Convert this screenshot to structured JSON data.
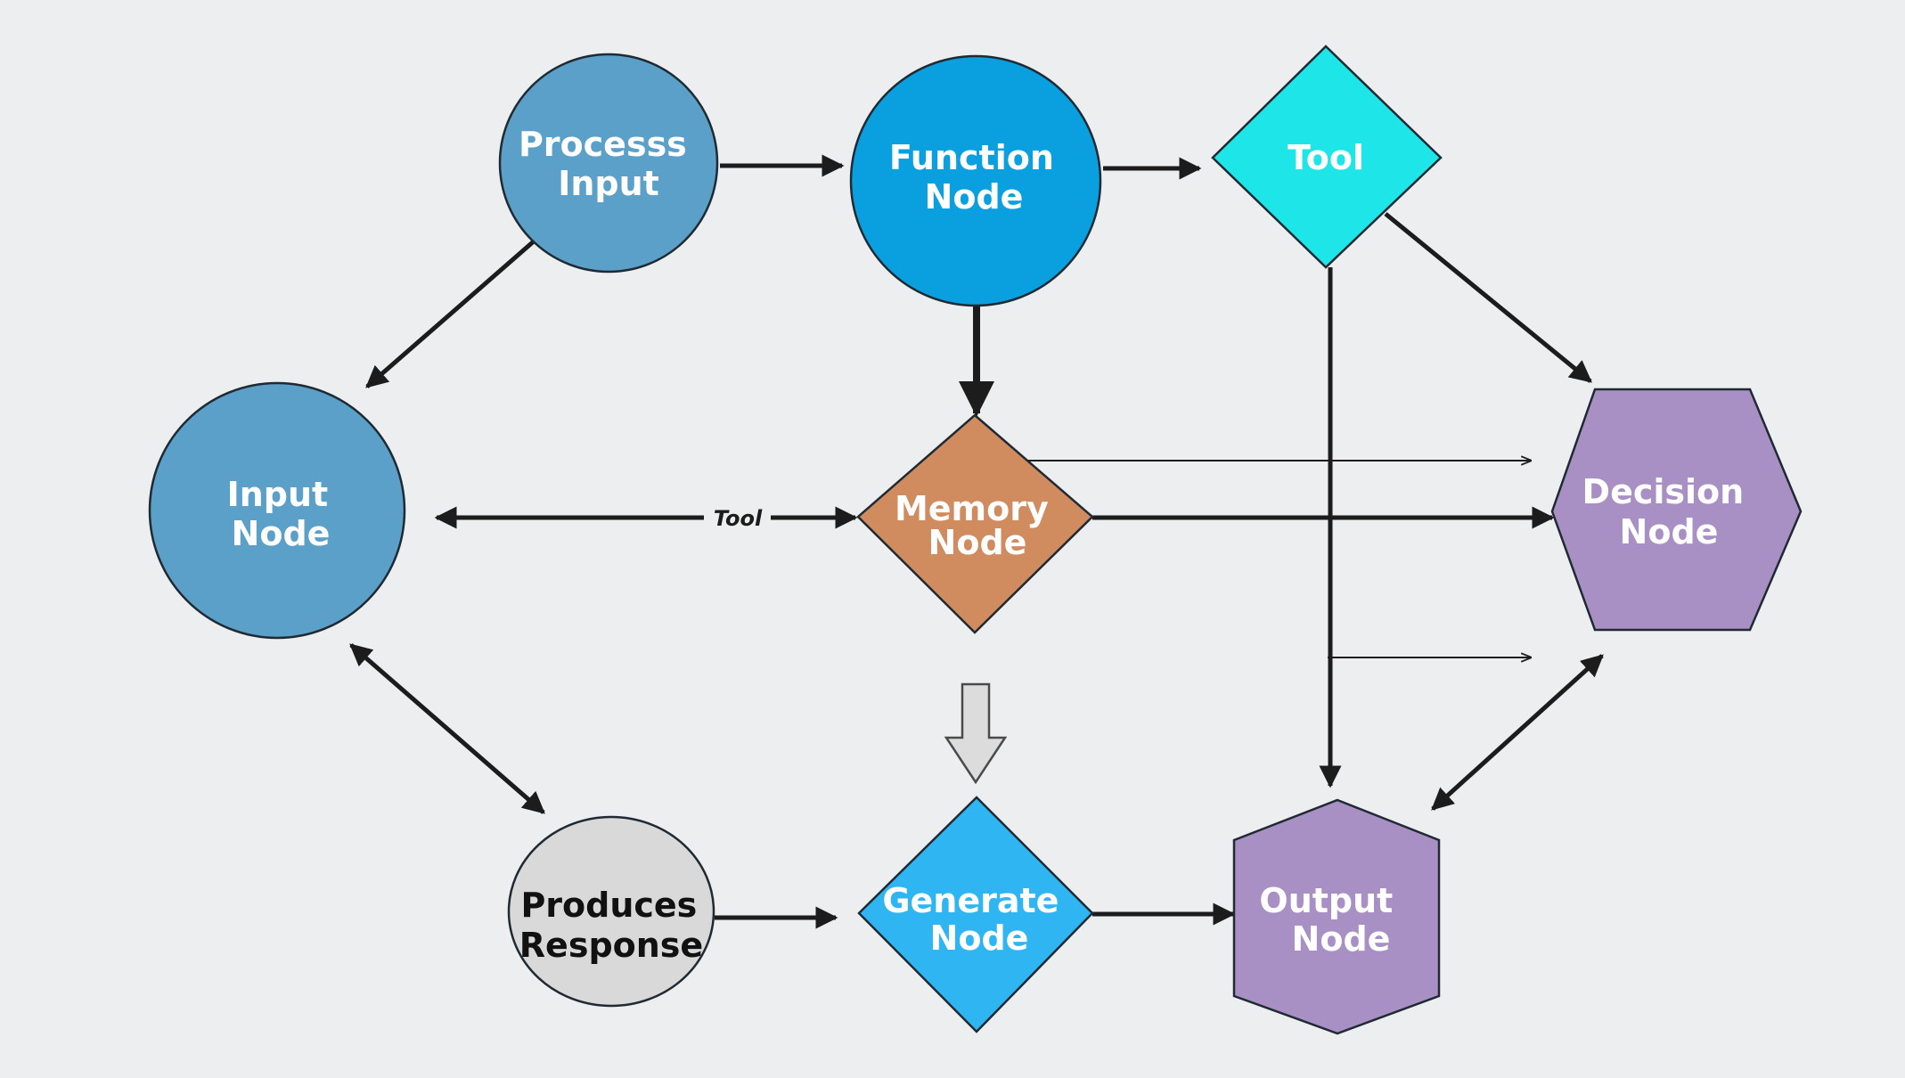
{
  "colors": {
    "background": "#eceef0",
    "edge": "#1c1c1c",
    "node_outline": "#1f2a33",
    "steel_blue": "#5aa0c8",
    "bright_blue": "#0aa0e0",
    "cyan": "#1ee6e8",
    "copper": "#d08b5e",
    "lavender": "#a890c4",
    "light_gray": "#d9d9d9",
    "sky_blue": "#2fb6f2",
    "hollow_arrow": "#dcdcdc"
  },
  "nodes": {
    "process_input": {
      "line1": "Processs",
      "line2": "Input"
    },
    "function_node": {
      "line1": "Function",
      "line2": "Node"
    },
    "tool": {
      "line1": "Tool"
    },
    "input_node": {
      "line1": "Input",
      "line2": "Node"
    },
    "memory_node": {
      "line1": "Memory",
      "line2": "Node"
    },
    "decision_node": {
      "line1": "Decision",
      "line2": "Node"
    },
    "produces_response": {
      "line1": "Produces",
      "line2": "Response"
    },
    "generate_node": {
      "line1": "Generate",
      "line2": "Node"
    },
    "output_node": {
      "line1": "Output",
      "line2": "Node"
    }
  },
  "edge_labels": {
    "input_memory": "Tool"
  }
}
